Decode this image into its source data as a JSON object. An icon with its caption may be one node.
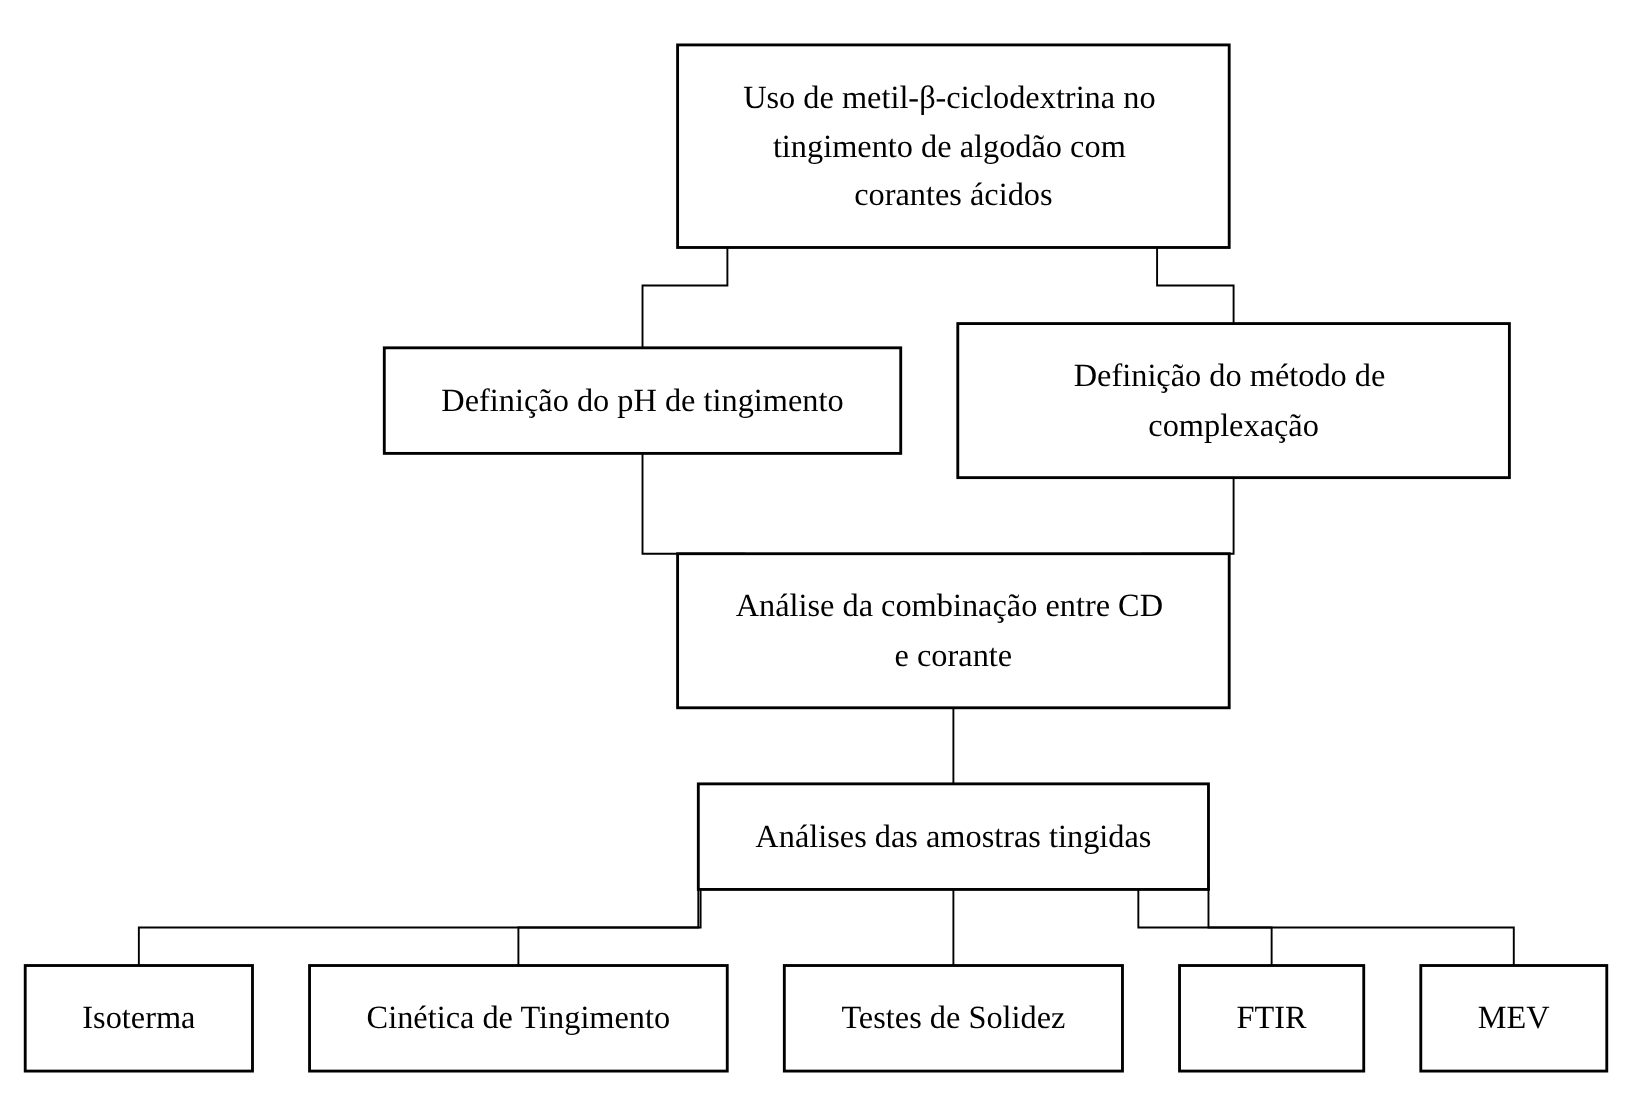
{
  "diagram": {
    "nodes": [
      {
        "text": [
          "Uso de metil-β-ciclodextrina no tingimento de algodão com corantes ácidos"
        ]
      },
      {
        "text": [
          "Definição do pH de tingimento"
        ]
      },
      {
        "text": [
          "Definição do método de complexação"
        ]
      },
      {
        "text": [
          "Análise da combinação entre CD e corante"
        ]
      },
      {
        "text": [
          "Análises das amostras tingidas"
        ]
      },
      {
        "text": [
          "Isoterma"
        ]
      },
      {
        "text": [
          "Cinética de Tingimento"
        ]
      },
      {
        "text": [
          "Testes de Solidez"
        ]
      },
      {
        "text": [
          "FTIR"
        ]
      },
      {
        "text": [
          "MEV"
        ]
      }
    ],
    "edges": [
      {
        "from": 0,
        "to": 1,
        "arrow": "none"
      },
      {
        "from": 0,
        "to": 2,
        "arrow": "none"
      },
      {
        "from": 1,
        "to": 3,
        "arrow": "none"
      },
      {
        "from": 2,
        "to": 3,
        "arrow": "none"
      },
      {
        "from": 3,
        "to": 4,
        "arrow": "none"
      },
      {
        "from": 4,
        "to": 5,
        "arrow": "none"
      },
      {
        "from": 4,
        "to": 6,
        "arrow": "none"
      },
      {
        "from": 4,
        "to": 7,
        "arrow": "none"
      },
      {
        "from": 4,
        "to": 8,
        "arrow": "none"
      },
      {
        "from": 4,
        "to": 9,
        "arrow": "none"
      }
    ]
  }
}
